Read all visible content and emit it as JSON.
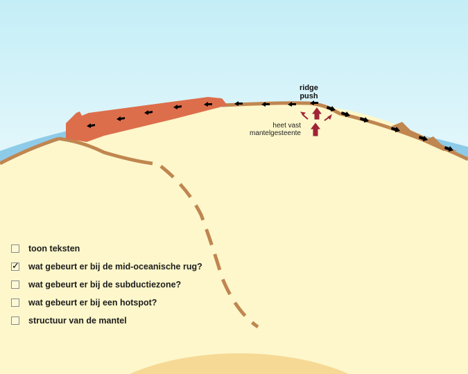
{
  "diagram": {
    "ridge_label_line1": "ridge",
    "ridge_label_line2": "push",
    "mantle_label_line1": "heet vast",
    "mantle_label_line2": "mantelgesteente"
  },
  "options": [
    {
      "label": "toon teksten",
      "checked": false
    },
    {
      "label": "wat gebeurt er bij de mid-oceanische rug?",
      "checked": true
    },
    {
      "label": "wat gebeurt er bij de subductiezone?",
      "checked": false
    },
    {
      "label": "wat gebeurt er bij een hotspot?",
      "checked": false
    },
    {
      "label": "structuur van de mantel",
      "checked": false
    }
  ],
  "check_glyph": "✓",
  "colors": {
    "sky": "#c9f0f8",
    "ocean": "#8ecbe8",
    "mantle": "#fdf7cb",
    "core": "#f6d995",
    "crust": "#c08650",
    "slab": "#dd6e4b",
    "arrow_red": "#9e2436"
  }
}
